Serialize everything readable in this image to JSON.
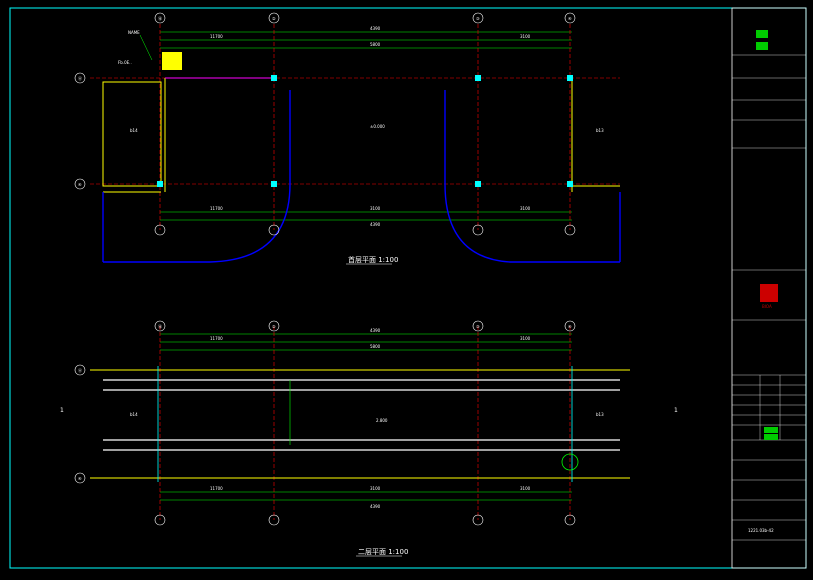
{
  "plan1": {
    "title": "首层平面 1:100",
    "axis_top": [
      "⑯",
      "②",
      "③",
      "④"
    ],
    "axis_side": [
      "Ⓐ",
      "④"
    ],
    "dims_top": [
      "11700",
      "3100",
      "5800",
      "3100"
    ],
    "dims_top_total": "4390",
    "room_left": "b14",
    "room_right": "b13",
    "center_note": "±0.000",
    "note_left": "Fb.0E..",
    "note_label_top": "NAME"
  },
  "plan2": {
    "title": "二层平面 1:100",
    "axis_top": [
      "⑯",
      "②",
      "③",
      "④"
    ],
    "axis_side": [
      "Ⓐ",
      "④"
    ],
    "dims_top": [
      "11700",
      "3100",
      "5800",
      "3100"
    ],
    "dims_top_total": "4390",
    "room_left": "b14",
    "room_right": "b13",
    "section_mark": "1",
    "center_note": "2.800"
  },
  "titleblock": {
    "project_code": "1221.03b-42",
    "logo_text": "BIOA"
  },
  "colors": {
    "frame": "#00ffff",
    "axis": "#ff0000",
    "dim": "#00ff00",
    "wall": "#ffff00",
    "curve": "#0000ff",
    "column": "#00ffff"
  }
}
